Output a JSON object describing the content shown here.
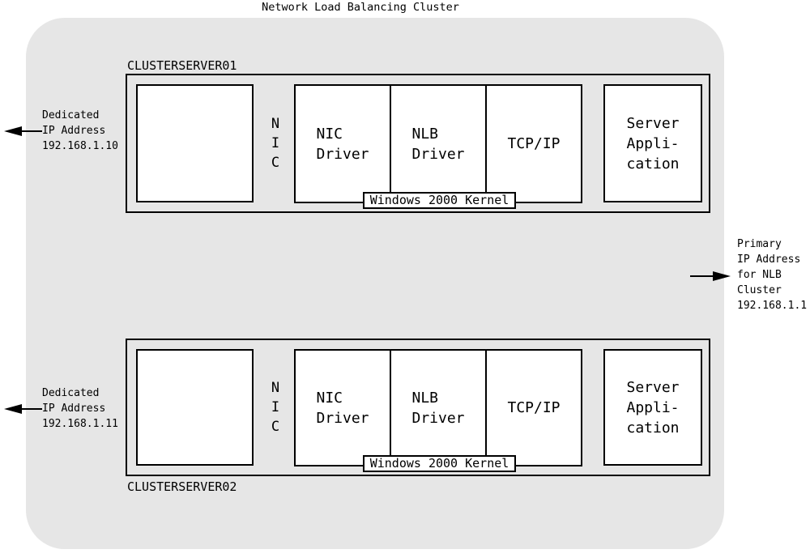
{
  "diagram": {
    "title": "Network Load Balancing Cluster",
    "annotations": {
      "dedicated_ip_1": {
        "lines": [
          "Dedicated",
          "IP Address",
          "192.168.1.10"
        ]
      },
      "dedicated_ip_2": {
        "lines": [
          "Dedicated",
          "IP Address",
          "192.168.1.11"
        ]
      },
      "primary_ip": {
        "lines": [
          "Primary",
          "IP Address",
          "for NLB",
          "Cluster",
          "192.168.1.1"
        ]
      }
    },
    "servers": [
      {
        "label": "CLUSTERSERVER01",
        "nic_letters": [
          "N",
          "I",
          "C"
        ],
        "middle_boxes": [
          {
            "lines": [
              "NIC",
              "Driver"
            ]
          },
          {
            "lines": [
              "NLB",
              "Driver"
            ]
          },
          {
            "lines": [
              "TCP/IP"
            ]
          }
        ],
        "kernel_label": "Windows 2000 Kernel",
        "app_box": {
          "lines": [
            "Server",
            "Appli-",
            "cation"
          ]
        }
      },
      {
        "label": "CLUSTERSERVER02",
        "nic_letters": [
          "N",
          "I",
          "C"
        ],
        "middle_boxes": [
          {
            "lines": [
              "NIC",
              "Driver"
            ]
          },
          {
            "lines": [
              "NLB",
              "Driver"
            ]
          },
          {
            "lines": [
              "TCP/IP"
            ]
          }
        ],
        "kernel_label": "Windows 2000 Kernel",
        "app_box": {
          "lines": [
            "Server",
            "Appli-",
            "cation"
          ]
        }
      }
    ],
    "colors": {
      "cluster_bg": "#e6e6e6",
      "box_border": "#000000",
      "box_fill": "#ffffff"
    }
  }
}
